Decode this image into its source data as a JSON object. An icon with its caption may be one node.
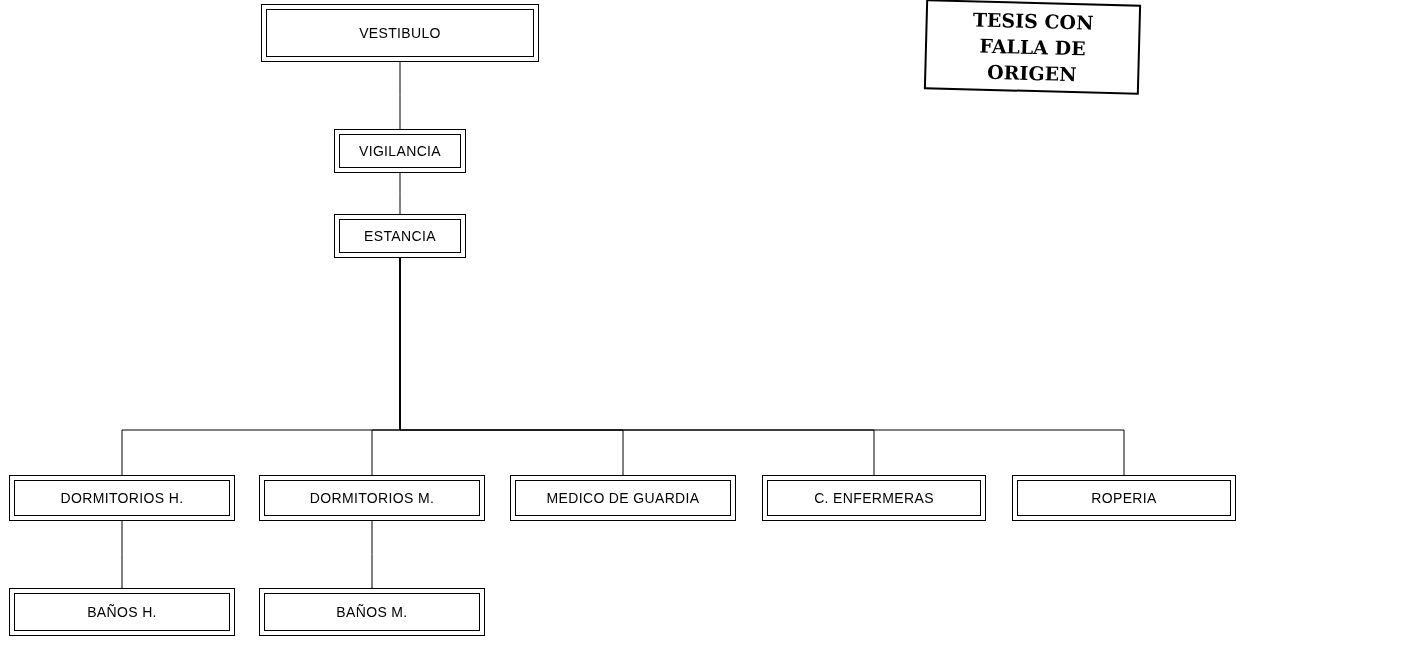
{
  "diagram": {
    "nodes": [
      {
        "text": [
          "VESTIBULO"
        ]
      },
      {
        "text": [
          "VIGILANCIA"
        ]
      },
      {
        "text": [
          "ESTANCIA"
        ]
      },
      {
        "text": [
          "DORMITORIOS H."
        ]
      },
      {
        "text": [
          "DORMITORIOS M."
        ]
      },
      {
        "text": [
          "MEDICO DE GUARDIA"
        ]
      },
      {
        "text": [
          "C. ENFERMERAS"
        ]
      },
      {
        "text": [
          "ROPERIA"
        ]
      },
      {
        "text": [
          "BAÑOS H."
        ]
      },
      {
        "text": [
          "BAÑOS M."
        ]
      }
    ],
    "edges": [
      {
        "from": 0,
        "to": 1,
        "arrow": "none"
      },
      {
        "from": 1,
        "to": 2,
        "arrow": "none"
      },
      {
        "from": 2,
        "to": 3,
        "arrow": "none"
      },
      {
        "from": 2,
        "to": 4,
        "arrow": "none"
      },
      {
        "from": 2,
        "to": 5,
        "arrow": "none"
      },
      {
        "from": 2,
        "to": 6,
        "arrow": "none"
      },
      {
        "from": 2,
        "to": 7,
        "arrow": "none"
      },
      {
        "from": 3,
        "to": 8,
        "arrow": "none"
      },
      {
        "from": 4,
        "to": 9,
        "arrow": "none"
      }
    ],
    "labels": [
      "TESIS CON FALLA DE ORIGEN"
    ]
  }
}
